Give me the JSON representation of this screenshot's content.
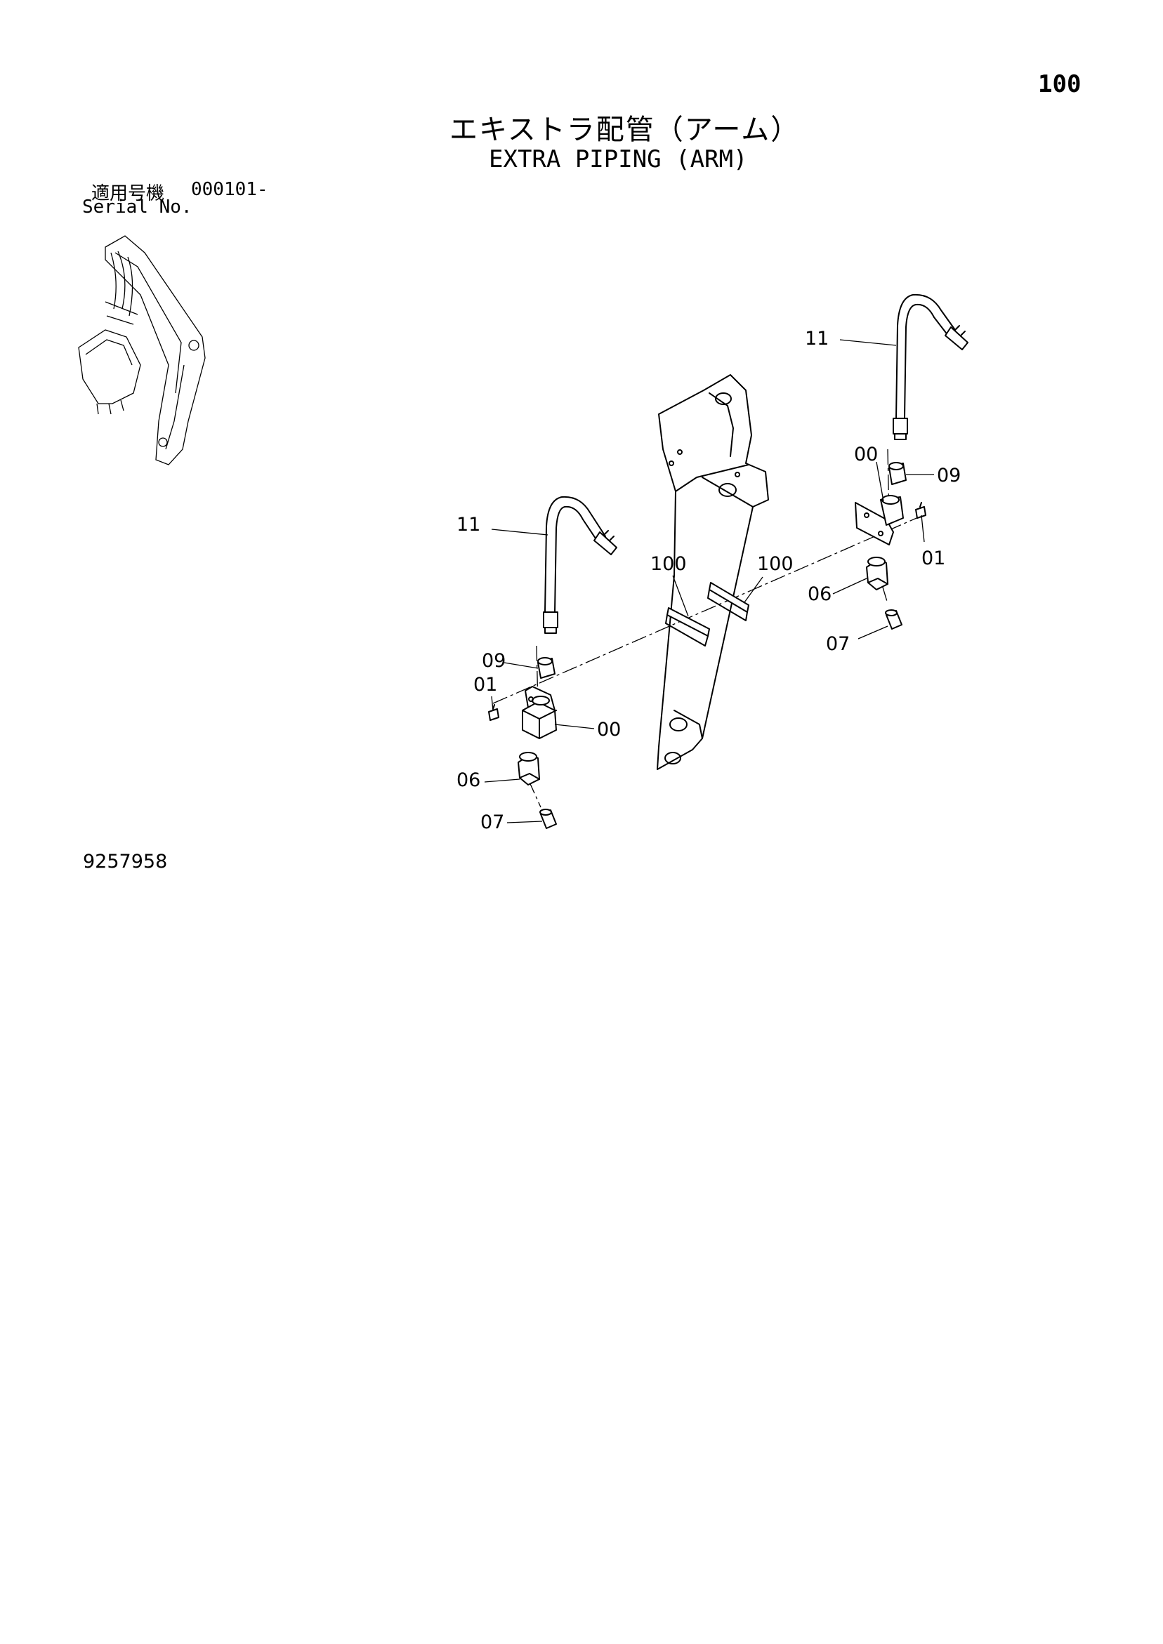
{
  "page_number": "100",
  "title_jp": "エキストラ配管（アーム）",
  "title_en": "EXTRA PIPING (ARM)",
  "serial": {
    "label_jp": "適用号機",
    "value": "000101-",
    "label_en": "Serial No."
  },
  "drawing_number": "9257958",
  "callouts": {
    "hose_right": "11",
    "hose_left": "11",
    "block_right": "00",
    "adapter_right": "09",
    "bolt_right": "01",
    "clamp_left": "100",
    "clamp_right": "100",
    "elbow_right": "06",
    "cap_right": "07",
    "adapter_left": "09",
    "bolt_left": "01",
    "block_left": "00",
    "elbow_left": "06",
    "cap_left": "07"
  }
}
